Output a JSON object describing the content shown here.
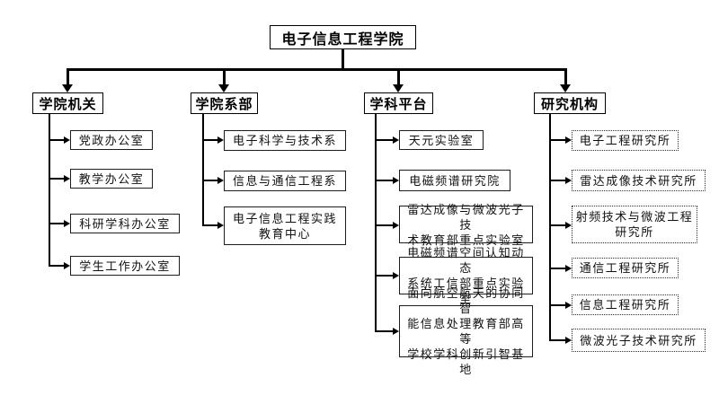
{
  "root": {
    "label": "电子信息工程学院"
  },
  "branches": [
    {
      "label": "学院机关",
      "box_style": "solid",
      "children": [
        "党政办公室",
        "教学办公室",
        "科研学科办公室",
        "学生工作办公室"
      ]
    },
    {
      "label": "学院系部",
      "box_style": "solid",
      "children": [
        "电子科学与技术系",
        "信息与通信工程系",
        "电子信息工程实践\n教育中心"
      ]
    },
    {
      "label": "学科平台",
      "box_style": "solid",
      "children": [
        "天元实验室",
        "电磁频谱研究院",
        "雷达成像与微波光子技\n术教育部重点实验室",
        "电磁频谱空间认知动态\n系统工信部重点实验室",
        "面向航空航天的协同智\n能信息处理教育部高等\n学校学科创新引智基地"
      ]
    },
    {
      "label": "研究机构",
      "box_style": "dotted",
      "children": [
        "电子工程研究所",
        "雷达成像技术研究所",
        "射频技术与微波工程\n研究所",
        "通信工程研究所",
        "信息工程研究所",
        "微波光子技术研究所"
      ]
    }
  ],
  "colors": {
    "line": "#000000",
    "solid_border": "#1c1c1c",
    "dotted_border": "#333333",
    "background": "#ffffff",
    "text": "#000000"
  }
}
